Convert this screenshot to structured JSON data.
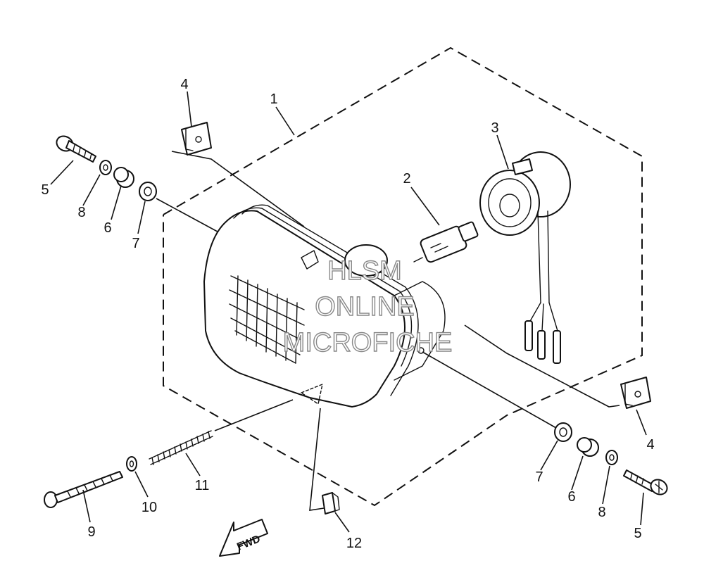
{
  "callouts": {
    "p1": "1",
    "p2": "2",
    "p3": "3",
    "p4_top": "4",
    "p4_bottom": "4",
    "p5_left": "5",
    "p5_right": "5",
    "p6_left": "6",
    "p6_right": "6",
    "p7_left": "7",
    "p7_right": "7",
    "p8_left": "8",
    "p8_right": "8",
    "p9": "9",
    "p10": "10",
    "p11": "11",
    "p12": "12"
  },
  "direction_arrow": {
    "label": "FWD"
  },
  "watermark": {
    "line1": "HLSM",
    "line2": "ONLINE",
    "line3": "MICROFICHE"
  }
}
